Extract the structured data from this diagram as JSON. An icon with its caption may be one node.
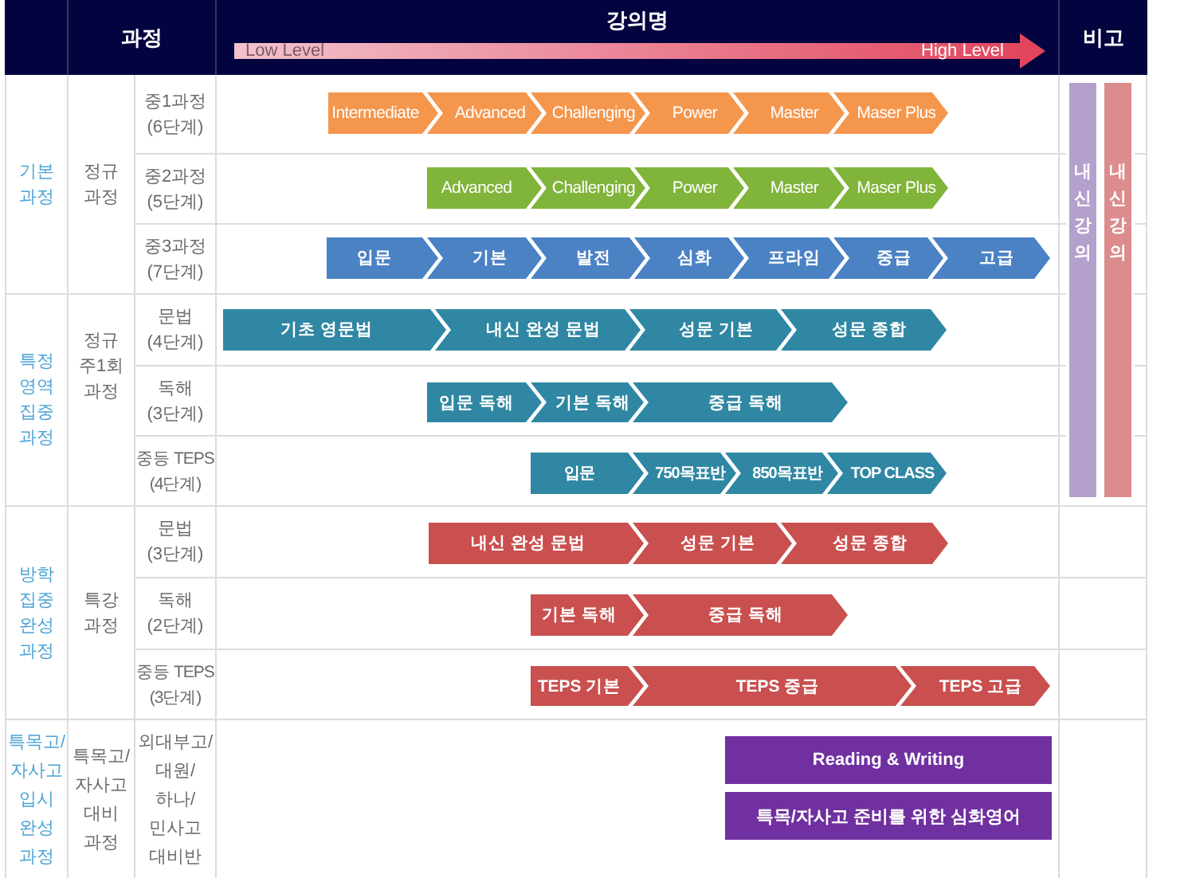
{
  "diagram": {
    "nodes": [
      {
        "text": [
          "Low Level",
          "High Level"
        ]
      },
      {
        "text": [
          "Intermediate"
        ]
      },
      {
        "text": [
          "Advanced"
        ]
      },
      {
        "text": [
          "Challenging"
        ]
      },
      {
        "text": [
          "Power"
        ]
      },
      {
        "text": [
          "Master"
        ]
      },
      {
        "text": [
          "Maser Plus"
        ]
      },
      {
        "text": [
          "내신강의"
        ]
      },
      {
        "text": [
          "내신강의"
        ]
      },
      {
        "text": [
          "Advanced"
        ]
      },
      {
        "text": [
          "Challenging"
        ]
      },
      {
        "text": [
          "Power"
        ]
      },
      {
        "text": [
          "Master"
        ]
      },
      {
        "text": [
          "Maser Plus"
        ]
      },
      {
        "text": [
          "입문"
        ]
      },
      {
        "text": [
          "기본"
        ]
      },
      {
        "text": [
          "발전"
        ]
      },
      {
        "text": [
          "심화"
        ]
      },
      {
        "text": [
          "프라임"
        ]
      },
      {
        "text": [
          "중급"
        ]
      },
      {
        "text": [
          "고급"
        ]
      },
      {
        "text": [
          "기초 영문법"
        ]
      },
      {
        "text": [
          "내신 완성 문법"
        ]
      },
      {
        "text": [
          "성문 기본"
        ]
      },
      {
        "text": [
          "성문 종합"
        ]
      },
      {
        "text": [
          "입문 독해"
        ]
      },
      {
        "text": [
          "기본 독해"
        ]
      },
      {
        "text": [
          "중급 독해"
        ]
      },
      {
        "text": [
          "입문"
        ]
      },
      {
        "text": [
          "750목표반"
        ]
      },
      {
        "text": [
          "850목표반"
        ]
      },
      {
        "text": [
          "TOP CLASS"
        ]
      },
      {
        "text": [
          "내신 완성 문법"
        ]
      },
      {
        "text": [
          "성문 기본"
        ]
      },
      {
        "text": [
          "성문 종합"
        ]
      },
      {
        "text": [
          "기본 독해"
        ]
      },
      {
        "text": [
          "중급 독해"
        ]
      },
      {
        "text": [
          "TEPS 기본"
        ]
      },
      {
        "text": [
          "TEPS 중급"
        ]
      },
      {
        "text": [
          "TEPS 고급"
        ]
      },
      {
        "text": [
          "Reading & Writing"
        ]
      },
      {
        "text": [
          "특목/자사고 준비를 위한 심화영어"
        ]
      }
    ],
    "labels": [
      "과정",
      "강의명",
      "비고",
      "기본 과정",
      "정규 과정",
      "중1과정 (6단계)",
      "중2과정 (5단계)",
      "중3과정 (7단계)",
      "특정 영역 집중 과정",
      "정규 주1회 과정",
      "문법 (4단계)",
      "독해 (3단계)",
      "중등 TEPS (4단계)",
      "방학 집중 완성 과정",
      "특강 과정",
      "문법 (3단계)",
      "독해 (2단계)",
      "중등 TEPS (3단계)",
      "특목고/ 자사고 입시 완성 과정",
      "특목고/ 자사고 대비 과정",
      "외대부고/ 대원/ 하나/ 민사고 대비반"
    ]
  }
}
